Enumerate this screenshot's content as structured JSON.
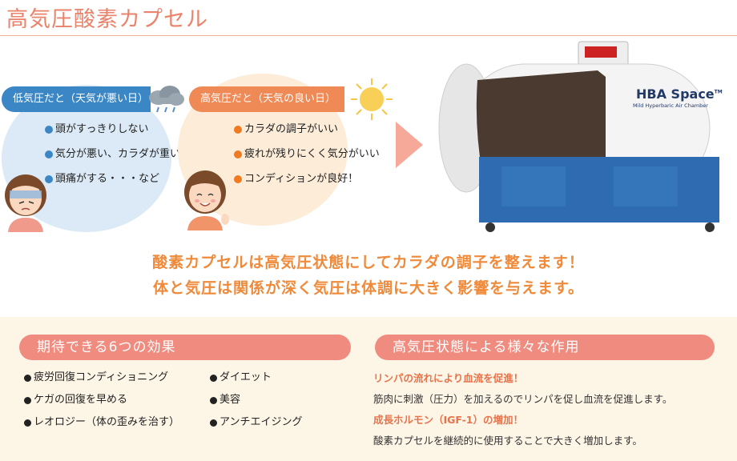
{
  "header": {
    "title": "高気圧酸素カプセル"
  },
  "low": {
    "label": "低気圧だと（天気が悪い日）",
    "items": [
      "頭がすっきりしない",
      "気分が悪い、カラダが重い",
      "頭痛がする・・・など"
    ]
  },
  "high": {
    "label": "高気圧だと（天気の良い日）",
    "items": [
      "カラダの調子がいい",
      "疲れが残りにくく気分がいい",
      "コンディションが良好！"
    ]
  },
  "product": {
    "brand": "HBA Space",
    "tm": "TM",
    "sub": "Mild Hyperbaric Air Chamber"
  },
  "slogan": {
    "line1": "酸素カプセルは高気圧状態にしてカラダの調子を整えます！",
    "line2": "体と気圧は関係が深く気圧は体調に大きく影響を与えます。"
  },
  "effects": {
    "title": "期待できる6つの効果",
    "col1": [
      "疲労回復コンディショニング",
      "ケガの回復を早める",
      "レオロジー（体の歪みを治す）"
    ],
    "col2": [
      "ダイエット",
      "美容",
      "アンチエイジング"
    ]
  },
  "actions": {
    "title": "高気圧状態による様々な作用",
    "h1": "リンパの流れにより血流を促進！",
    "t1": "筋肉に刺激（圧力）を加えるのでリンパを促し血流を促進します。",
    "h2": "成長ホルモン（IGF-1）の増加！",
    "t2": "酸素カプセルを継続的に使用することで大きく増加します。"
  },
  "colors": {
    "low_accent": "#3b86c5",
    "high_accent": "#ef8a56",
    "title": "#e9836b",
    "slogan": "#ef8a3a",
    "pill": "#f08b7f"
  }
}
